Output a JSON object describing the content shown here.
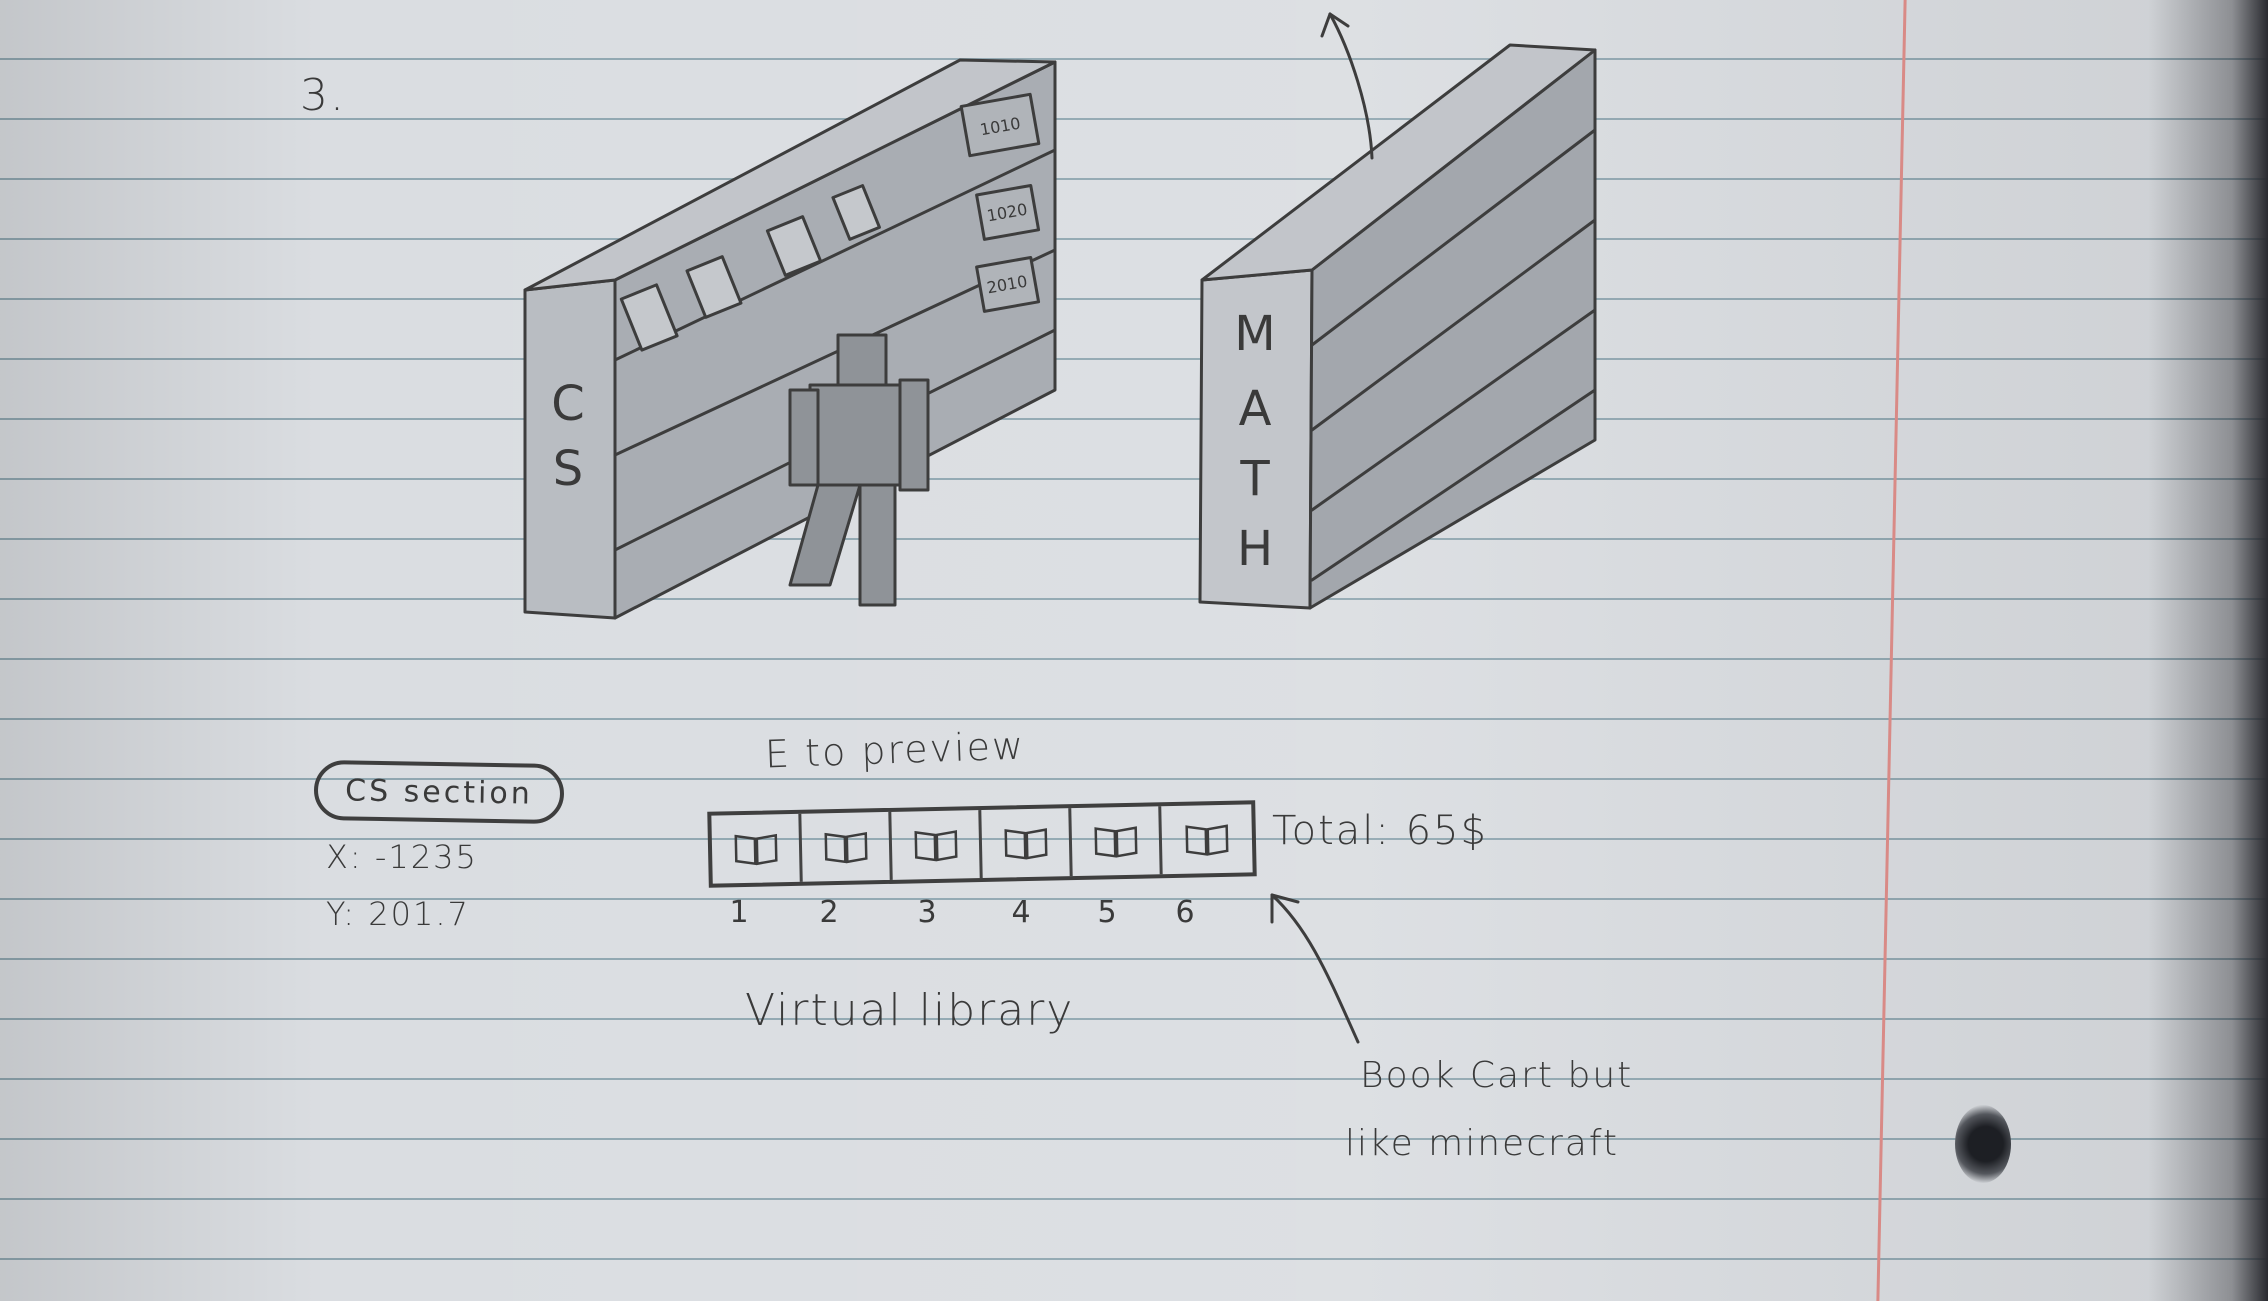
{
  "page_number": "3.",
  "shelves": {
    "left": {
      "letters": [
        "C",
        "S"
      ],
      "signs": [
        "1010",
        "1020",
        "2010"
      ]
    },
    "right": {
      "letters": [
        "M",
        "A",
        "T",
        "H"
      ]
    }
  },
  "hud": {
    "section": "CS section",
    "x_coord": "X: -1235",
    "y_coord": "Y: 201.7"
  },
  "hotbar": {
    "hint": "E to preview",
    "slot_numbers": [
      "1",
      "2",
      "3",
      "4",
      "5",
      "6"
    ],
    "total": "Total: 65$"
  },
  "notes": {
    "caption": "Virtual library",
    "annotation_line1": "Book Cart but",
    "annotation_line2": "like minecraft"
  },
  "icons": {
    "slot_icon": "open-book-icon",
    "stacked_book": "book-icon",
    "player": "player-figure-icon"
  },
  "colors": {
    "pencil": "#3a3a3a",
    "paper": "#dcdfe3",
    "rule_line": "#8fa6b0",
    "margin_line": "#d98a86"
  }
}
